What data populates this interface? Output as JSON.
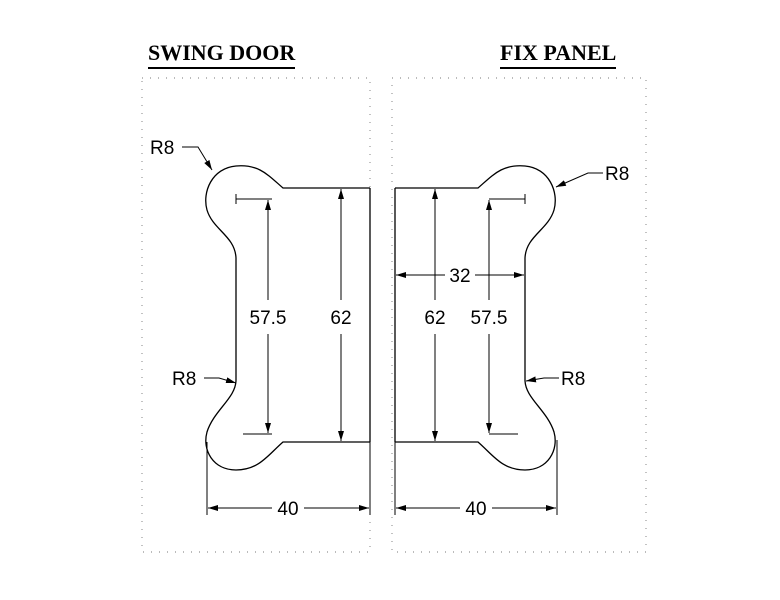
{
  "left_view": {
    "title": "SWING DOOR",
    "labels": {
      "radius_top": "R8",
      "radius_side": "R8",
      "inner_height": "57.5",
      "outer_height": "62",
      "width": "40"
    }
  },
  "right_view": {
    "title": "FIX PANEL",
    "labels": {
      "radius_top": "R8",
      "radius_side": "R8",
      "outer_height": "62",
      "inner_height": "57.5",
      "inner_width": "32",
      "width": "40"
    }
  }
}
